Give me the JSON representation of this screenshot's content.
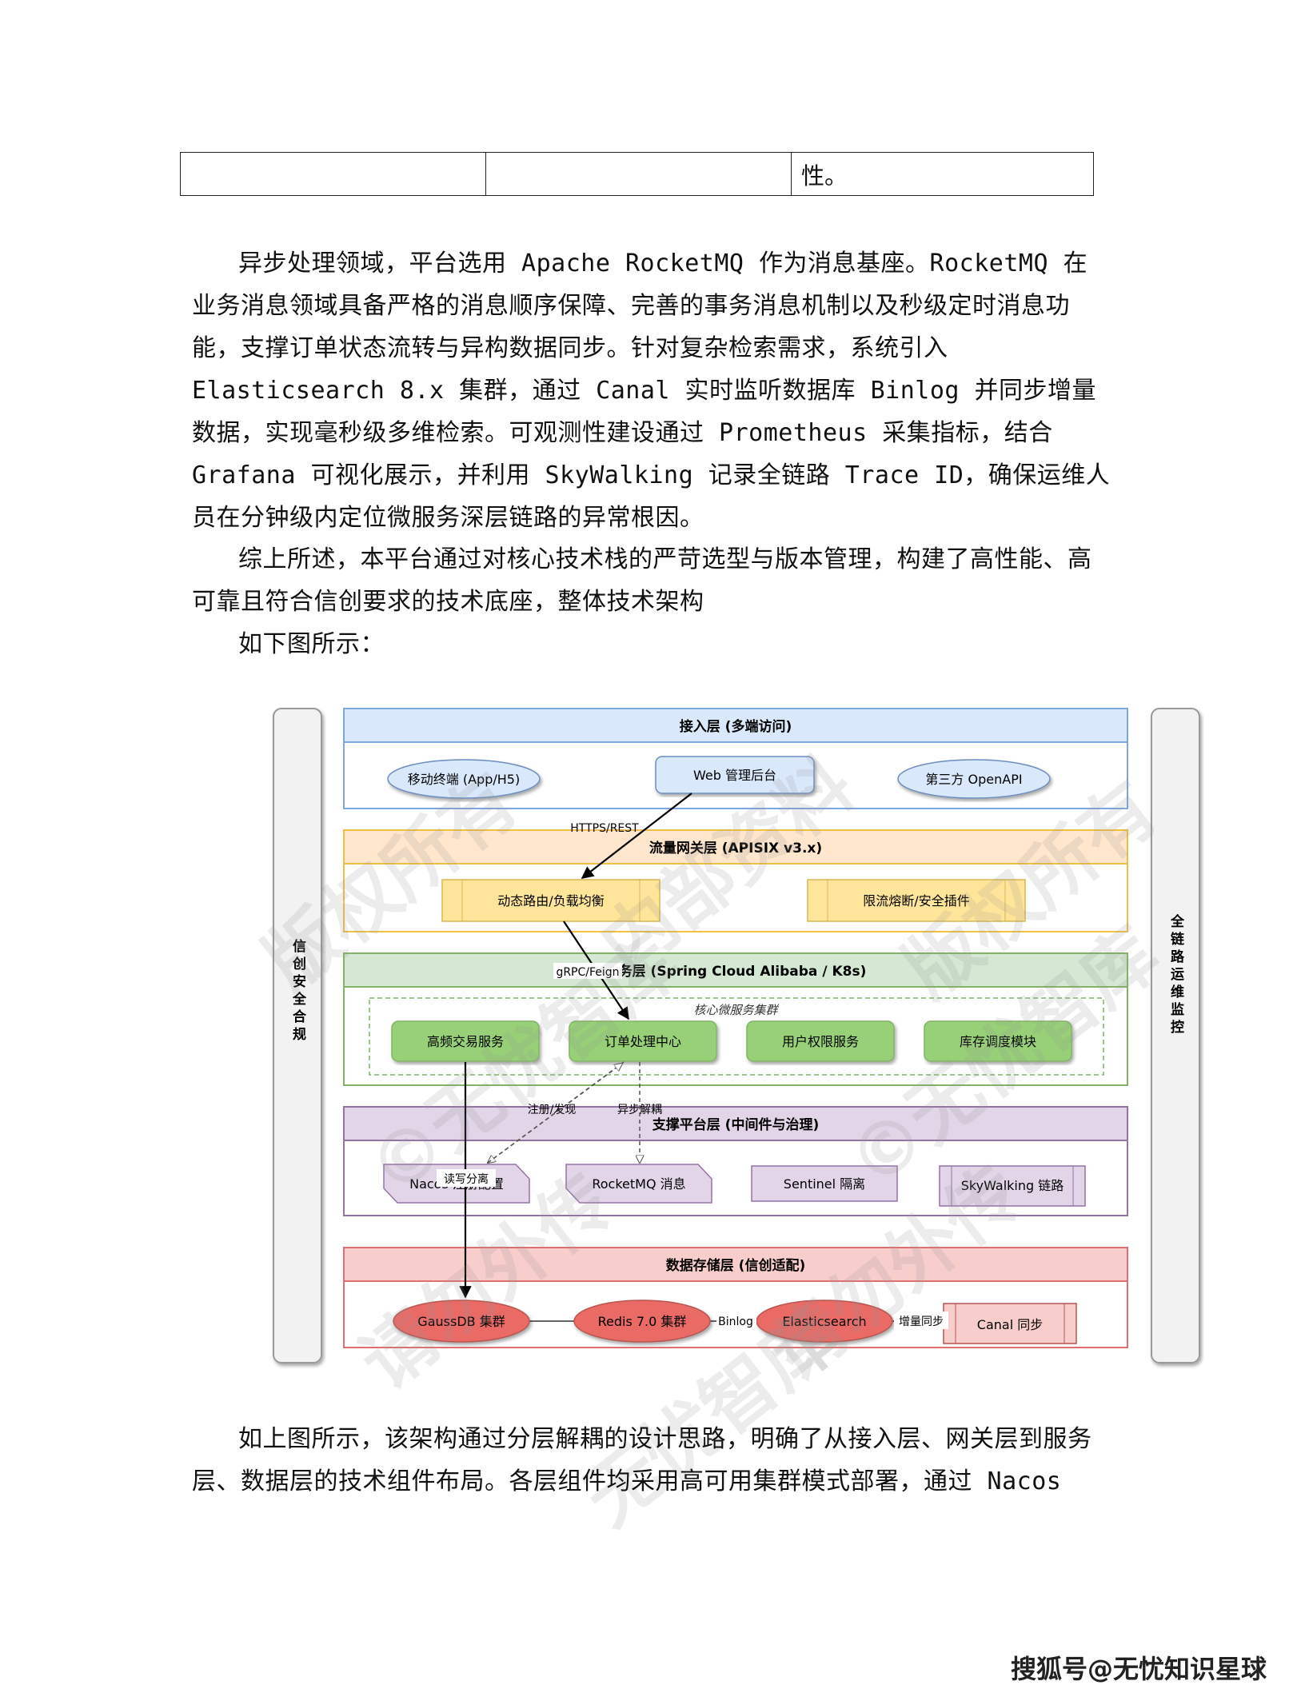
{
  "top_table": {
    "cell3": "性。"
  },
  "paragraphs": [
    "异步处理领域，平台选用 Apache RocketMQ 作为消息基座。RocketMQ 在业务消息领域具备严格的消息顺序保障、完善的事务消息机制以及秒级定时消息功能，支撑订单状态流转与异构数据同步。针对复杂检索需求，系统引入 Elasticsearch 8.x 集群，通过 Canal 实时监听数据库 Binlog 并同步增量数据，实现毫秒级多维检索。可观测性建设通过 Prometheus 采集指标，结合 Grafana 可视化展示，并利用 SkyWalking 记录全链路 Trace ID，确保运维人员在分钟级内定位微服务深层链路的异常根因。",
    "综上所述，本平台通过对核心技术栈的严苛选型与版本管理，构建了高性能、高可靠且符合信创要求的技术底座，整体技术架构",
    "如下图所示：",
    "如上图所示，该架构通过分层解耦的设计思路，明确了从接入层、网关层到服务层、数据层的技术组件布局。各层组件均采用高可用集群模式部署，通过 Nacos"
  ],
  "diagram": {
    "left_bar": "信创安全合规",
    "right_bar": "全链路运维监控",
    "access": {
      "title": "接入层 (多端访问)",
      "mobile": "移动终端 (App/H5)",
      "web": "Web 管理后台",
      "openapi": "第三方 OpenAPI"
    },
    "gateway": {
      "title": "流量网关层 (APISIX v3.x)",
      "route": "动态路由/负载均衡",
      "limit": "限流熔断/安全插件"
    },
    "service": {
      "title": "服务层 (Spring Cloud Alibaba / K8s)",
      "cluster": "核心微服务集群",
      "s1": "高频交易服务",
      "s2": "订单处理中心",
      "s3": "用户权限服务",
      "s4": "库存调度模块"
    },
    "support": {
      "title": "支撑平台层 (中间件与治理)",
      "nacos": "Nacos 注册配置",
      "rocketmq": "RocketMQ 消息",
      "sentinel": "Sentinel 隔离",
      "skywalking": "SkyWalking 链路"
    },
    "storage": {
      "title": "数据存储层 (信创适配)",
      "gauss": "GaussDB 集群",
      "redis": "Redis 7.0 集群",
      "es": "Elasticsearch",
      "canal": "Canal 同步"
    },
    "edges": {
      "https": "HTTPS/REST",
      "grpc": "gRPC/Feign",
      "reg": "注册/发现",
      "async": "异步解耦",
      "rw": "读写分离",
      "binlog": "Binlog",
      "incr": "增量同步"
    },
    "watermark": [
      "内部资料",
      "请勿外传",
      "版权所有",
      "无忧智库",
      "©无忧智库"
    ]
  },
  "footer": "搜狐号@无忧知识星球"
}
